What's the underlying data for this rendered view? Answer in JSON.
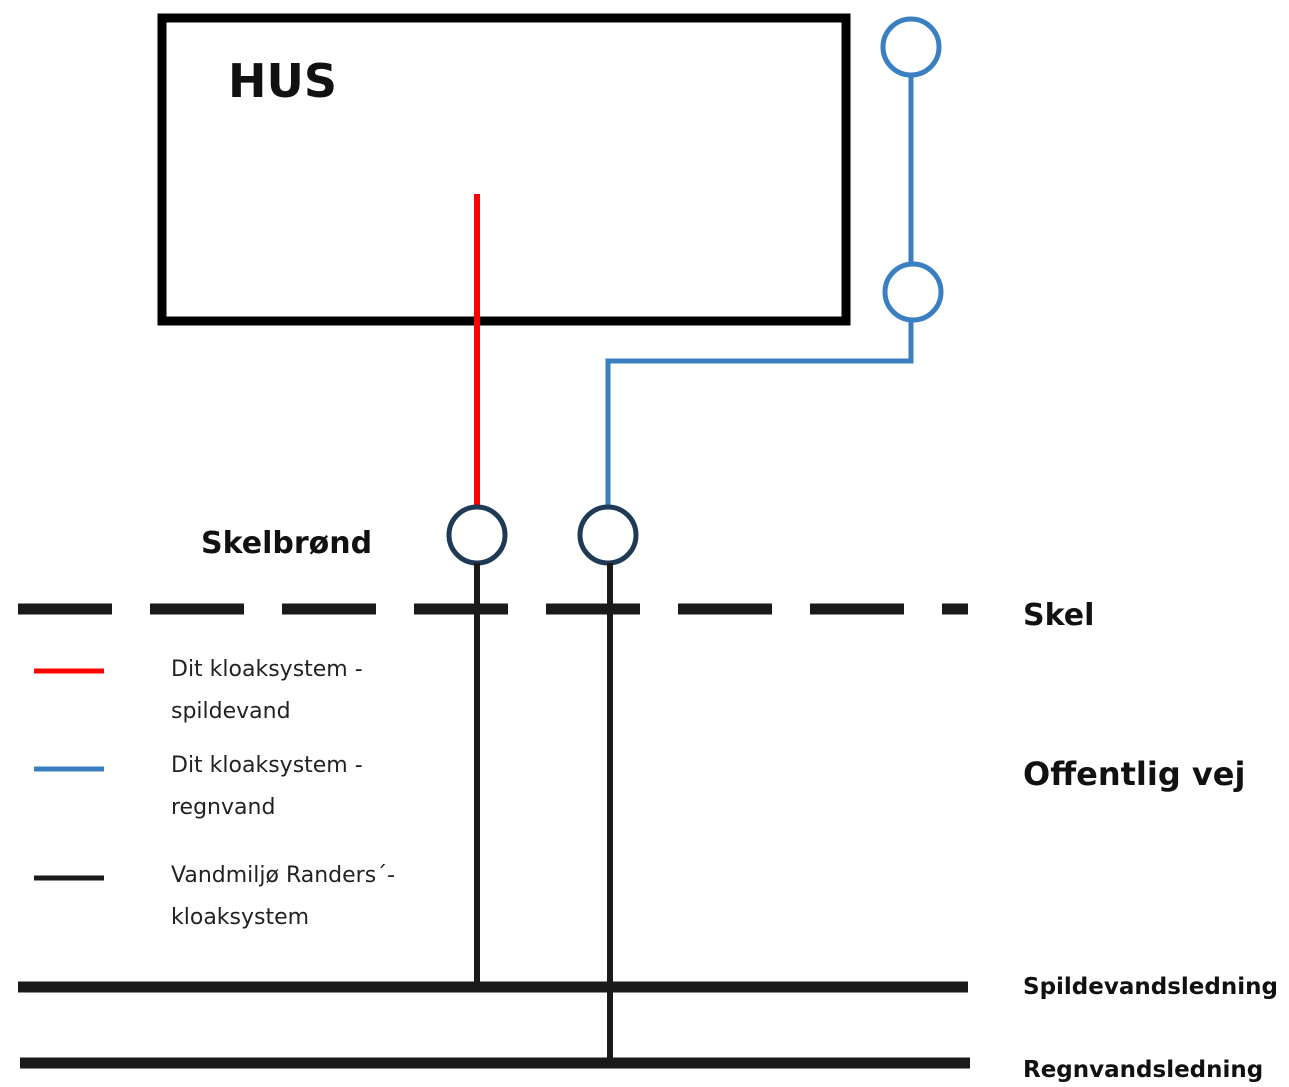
{
  "house": {
    "label": "HUS"
  },
  "labels": {
    "inspection_well": "Skelbrønd",
    "boundary": "Skel",
    "public_road": "Offentlig vej",
    "sewage_main": "Spildevandsledning",
    "rainwater_main": "Regnvandsledning"
  },
  "legend": [
    {
      "line1": "Dit kloaksystem -",
      "line2": "spildevand",
      "color": "#ff0000"
    },
    {
      "line1": "Dit kloaksystem -",
      "line2": "regnvand",
      "color": "#3a7fc1"
    },
    {
      "line1": "Vandmiljø Randers´-",
      "line2": "kloaksystem",
      "color": "#1a1a1a"
    }
  ],
  "colors": {
    "sewage_private": "#ff0000",
    "rainwater_private": "#3a7fc1",
    "utility_public": "#1a1a1a",
    "well_outline": "#1f3a55",
    "house_outline": "#000000"
  }
}
